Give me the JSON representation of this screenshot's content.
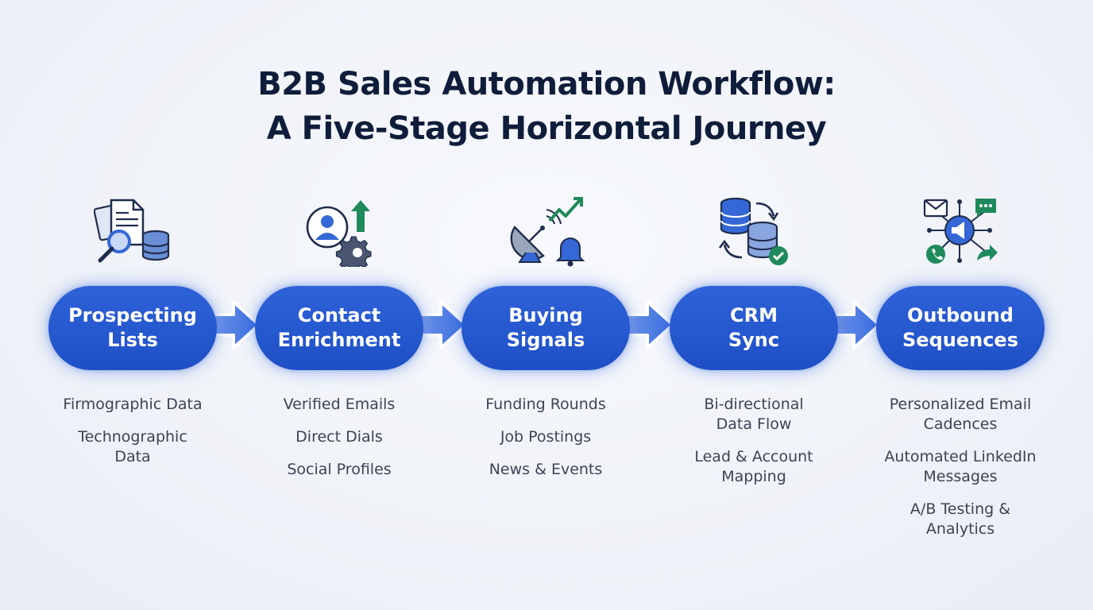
{
  "title": {
    "line1": "B2B Sales Automation Workflow:",
    "line2": "A Five-Stage Horizontal Journey"
  },
  "colors": {
    "pill": "#2f62d8",
    "arrow": "#3a6ee0",
    "icon_stroke": "#1f2d4d",
    "icon_blue": "#3567d6",
    "icon_green": "#1f8a5b"
  },
  "stages": [
    {
      "icon": "document-search-database-icon",
      "label_lines": [
        "Prospecting",
        "Lists"
      ],
      "details": [
        [
          "Firmographic Data"
        ],
        [
          "Technographic",
          "Data"
        ]
      ]
    },
    {
      "icon": "user-profile-gear-arrow-icon",
      "label_lines": [
        "Contact",
        "Enrichment"
      ],
      "details": [
        [
          "Verified Emails"
        ],
        [
          "Direct Dials"
        ],
        [
          "Social Profiles"
        ]
      ]
    },
    {
      "icon": "satellite-dish-trend-bell-icon",
      "label_lines": [
        "Buying",
        "Signals"
      ],
      "details": [
        [
          "Funding Rounds"
        ],
        [
          "Job Postings"
        ],
        [
          "News & Events"
        ]
      ]
    },
    {
      "icon": "database-sync-check-icon",
      "label_lines": [
        "CRM",
        "Sync"
      ],
      "details": [
        [
          "Bi-directional",
          "Data Flow"
        ],
        [
          "Lead & Account",
          "Mapping"
        ]
      ]
    },
    {
      "icon": "megaphone-network-icon",
      "label_lines": [
        "Outbound",
        "Sequences"
      ],
      "details": [
        [
          "Personalized Email",
          "Cadences"
        ],
        [
          "Automated LinkedIn",
          "Messages"
        ],
        [
          "A/B Testing &",
          "Analytics"
        ]
      ]
    }
  ]
}
